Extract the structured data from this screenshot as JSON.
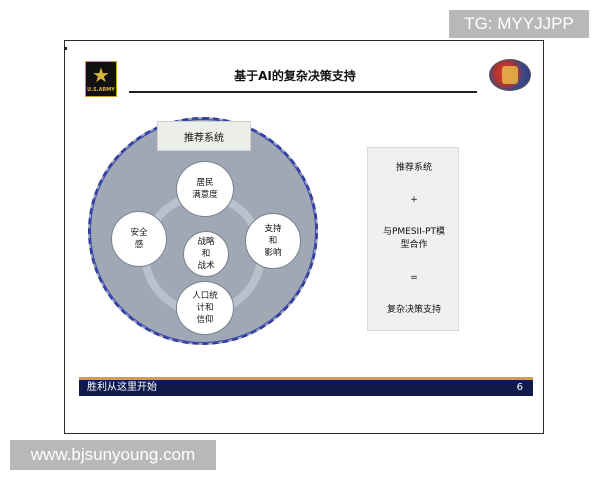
{
  "watermark_top": "TG: MYYJJPP",
  "watermark_bottom": "www.bjsunyoung.com",
  "slide": {
    "logo_left_text": "U.S.ARMY",
    "title": "基于AI的复杂决策支持",
    "diagram": {
      "header": "推荐系统",
      "nodes": {
        "top": "居民\n满意度",
        "left": "安全\n感",
        "center": "战略\n和\n战术",
        "right": "支持\n和\n影响",
        "bottom": "人口统\n计和\n信仰"
      }
    },
    "side_panel": {
      "line1": "推荐系统",
      "plus": "+",
      "line2a": "与PMESII-PT模",
      "line2b": "型合作",
      "equals": "=",
      "line3": "复杂决策支持"
    },
    "footer": {
      "text": "胜利从这里开始",
      "page_number": "6"
    }
  },
  "colors": {
    "circle_fill": "#9fa8b4",
    "dashed_border": "#2f3aa0",
    "footer_bar": "#0f1a4a",
    "footer_stripe": "#d0a23a",
    "watermark_bg": "#b8b8b8"
  },
  "icons": {
    "army_logo": "army-star-logo",
    "right_logo": "unit-crest-logo"
  }
}
